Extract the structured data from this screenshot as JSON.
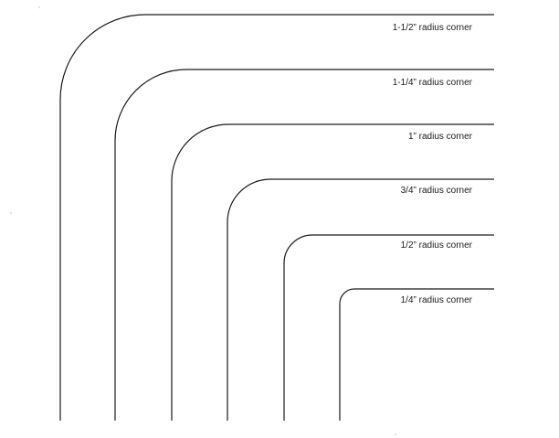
{
  "corners": [
    {
      "label": "1-1/2” radius corner",
      "radius_in": 1.5
    },
    {
      "label": "1-1/4” radius corner",
      "radius_in": 1.25
    },
    {
      "label": "1” radius corner",
      "radius_in": 1.0
    },
    {
      "label": "3/4” radius corner",
      "radius_in": 0.75
    },
    {
      "label": "1/2” radius corner",
      "radius_in": 0.5
    },
    {
      "label": "1/4” radius corner",
      "radius_in": 0.25
    }
  ],
  "colors": {
    "line": "#1a1a1a",
    "background": "#ffffff"
  }
}
